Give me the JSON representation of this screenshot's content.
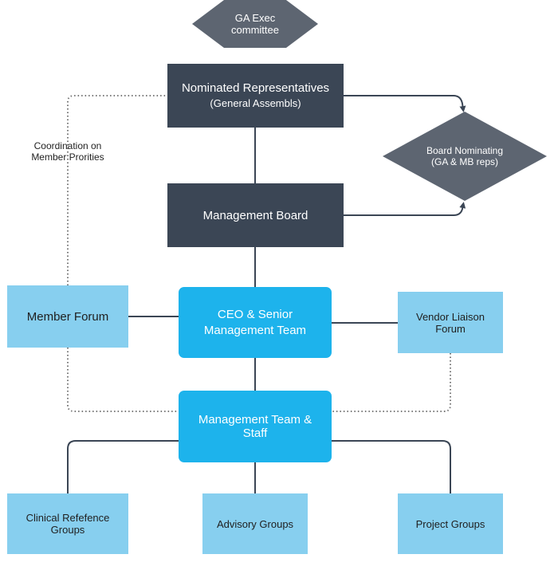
{
  "nodes": {
    "ga_exec": {
      "line1": "GA Exec",
      "line2": "committee"
    },
    "nominated_reps": {
      "title": "Nominated Representatives",
      "subtitle": "(General Assembls)"
    },
    "board_nominating": {
      "line1": "Board Nominating",
      "line2": "(GA & MB reps)"
    },
    "management_board": {
      "label": "Management Board"
    },
    "member_forum": {
      "label": "Member Forum"
    },
    "ceo": {
      "line1": "CEO & Senior",
      "line2": "Management Team"
    },
    "vendor_forum": {
      "line1": "Vendor Liaison",
      "line2": "Forum"
    },
    "mgmt_team": {
      "line1": "Management Team &",
      "line2": "Staff"
    },
    "clinical": {
      "line1": "Clinical Refefence",
      "line2": "Groups"
    },
    "advisory": {
      "label": "Advisory Groups"
    },
    "project": {
      "label": "Project Groups"
    }
  },
  "annotations": {
    "coordination": {
      "line1": "Coordination on",
      "line2": "Member Prorities"
    }
  },
  "colors": {
    "dark_box": "#3b4655",
    "diamond": "#5d6571",
    "light_box": "#87cfef",
    "bright_box": "#1db3ec",
    "connector": "#3b4655"
  }
}
